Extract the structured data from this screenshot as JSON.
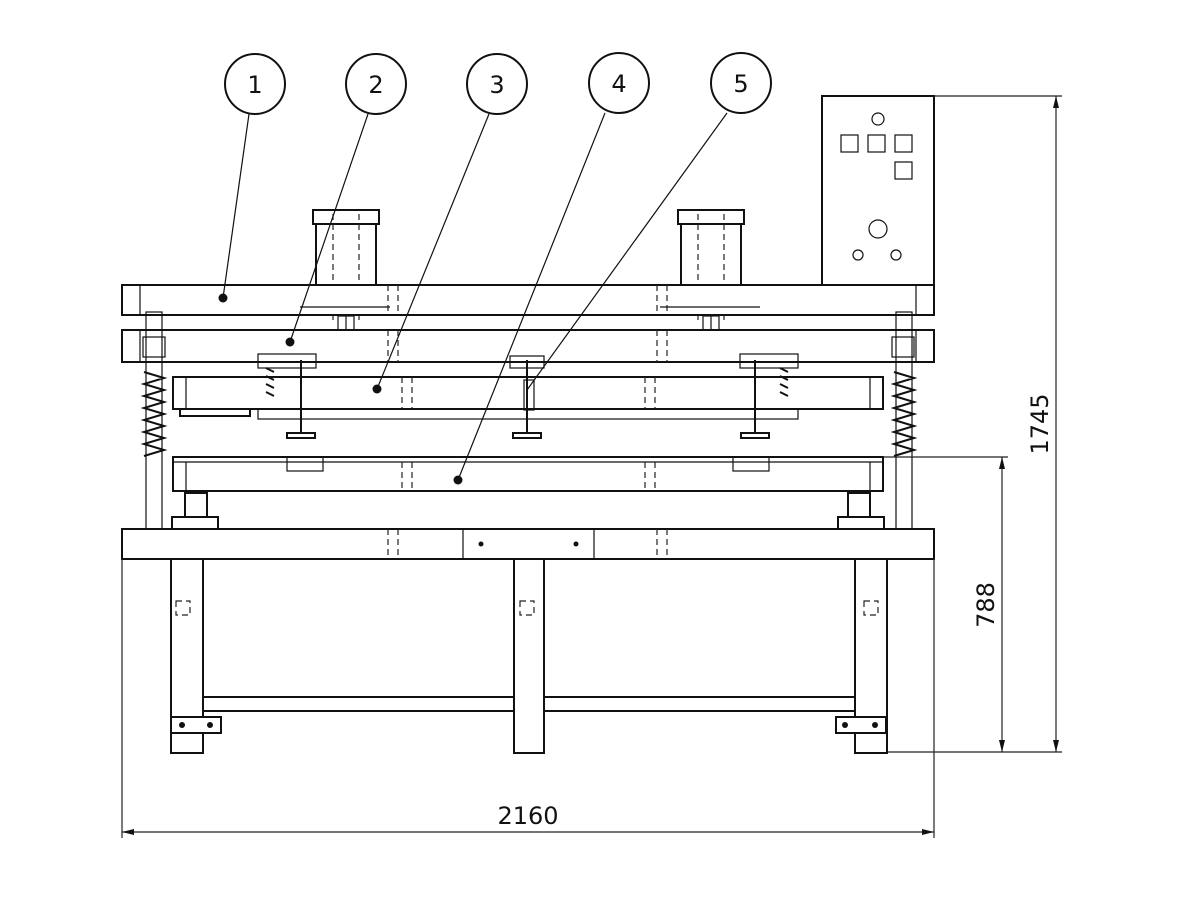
{
  "callouts": [
    "1",
    "2",
    "3",
    "4",
    "5"
  ],
  "dimensions": {
    "overall_width": "2160",
    "overall_height": "1745",
    "table_height": "788"
  },
  "icons": {
    "control_panel": "control-panel-icon",
    "cylinder": "pneumatic-cylinder-icon",
    "spring": "spring-icon"
  }
}
